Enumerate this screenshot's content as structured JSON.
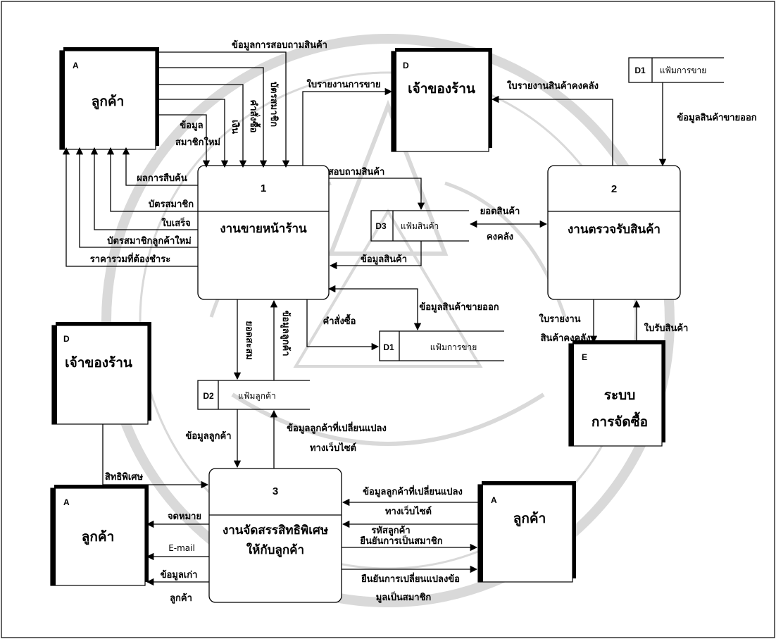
{
  "processes": {
    "p1": {
      "number": "1",
      "name": "งานขายหน้าร้าน"
    },
    "p2": {
      "number": "2",
      "name": "งานตรวจรับสินค้า"
    },
    "p3": {
      "number": "3",
      "name_line1": "งานจัดสรรสิทธิพิเศษ",
      "name_line2": "ให้กับลูกค้า"
    }
  },
  "entities": {
    "customer_top": {
      "letter": "A",
      "name": "ลูกค้า"
    },
    "owner_top": {
      "letter": "D",
      "name": "เจ้าของร้าน"
    },
    "owner_left": {
      "letter": "D",
      "name": "เจ้าของร้าน"
    },
    "purchasing": {
      "letter": "E",
      "name_line1": "ระบบ",
      "name_line2": "การจัดซื้อ"
    },
    "customer_bottom_left": {
      "letter": "A",
      "name": "ลูกค้า"
    },
    "customer_bottom_right": {
      "letter": "A",
      "name": "ลูกค้า"
    }
  },
  "stores": {
    "d1_top": {
      "id": "D1",
      "name": "แฟ้มการขาย"
    },
    "d3": {
      "id": "D3",
      "name": "แฟ้มสินค้า"
    },
    "d1_mid": {
      "id": "D1",
      "name": "แฟ้มการขาย"
    },
    "d2": {
      "id": "D2",
      "name": "แฟ้มลูกค้า"
    }
  },
  "flows": {
    "inquiry": "ข้อมูลการสอบถามสินค้า",
    "member_card_in": "บัตรสมาชิก",
    "order_in": "คำสั่งซื้อ",
    "money": "เงิน",
    "new_member_1": "ข้อมูล",
    "new_member_2": "สมาชิกใหม่",
    "search_result": "ผลการสืบค้น",
    "member_card_out": "บัตรสมาชิก",
    "receipt": "ใบเสร็จ",
    "new_member_card": "บัตรสมาชิกลูกค้าใหม่",
    "total_price": "ราคารวมที่ต้องชำระ",
    "sales_report": "ใบรายงานการขาย",
    "stock_report": "ใบรายงานสินค้าคงคลัง",
    "sold_out_top": "ข้อมูลสินค้าขายออก",
    "product_inquiry": "สอบถามสินค้า",
    "product_info": "ข้อมูลสินค้า",
    "stock_balance_1": "ยอดสินค้า",
    "stock_balance_2": "คงคลัง",
    "sold_out_mid": "ข้อมูลสินค้าขายออก",
    "order_to_d1": "คำสั่งซื้อ",
    "points": "ยอดสะสม",
    "customer_info_up": "ข้อมูลลูกค้า",
    "stock_report_e_1": "ใบรายงาน",
    "stock_report_e_2": "สินค้าคงคลัง",
    "goods_receipt": "ใบรับสินค้า",
    "customer_info_down": "ข้อมูลลูกค้า",
    "changed_web_1": "ข้อมูลลูกค้าที่เปลี่ยนแปลง",
    "changed_web_2": "ทางเว็บไซต์",
    "privilege": "สิทธิพิเศษ",
    "changed_in_1": "ข้อมูลลูกค้าที่เปลี่ยนแปลง",
    "changed_in_2": "ทางเว็บไซต์",
    "customer_code": "รหัสลูกค้า",
    "confirm_member": "ยืนยันการเป็นสมาชิก",
    "confirm_change_1": "ยืนยันการเปลี่ยนแปลงข้อ",
    "confirm_change_2": "มูลเป็นสมาชิก",
    "letter": "จดหมาย",
    "email": "E-mail",
    "old_data_1": "ข้อมูลเก่า",
    "old_data_2": "ลูกค้า"
  }
}
